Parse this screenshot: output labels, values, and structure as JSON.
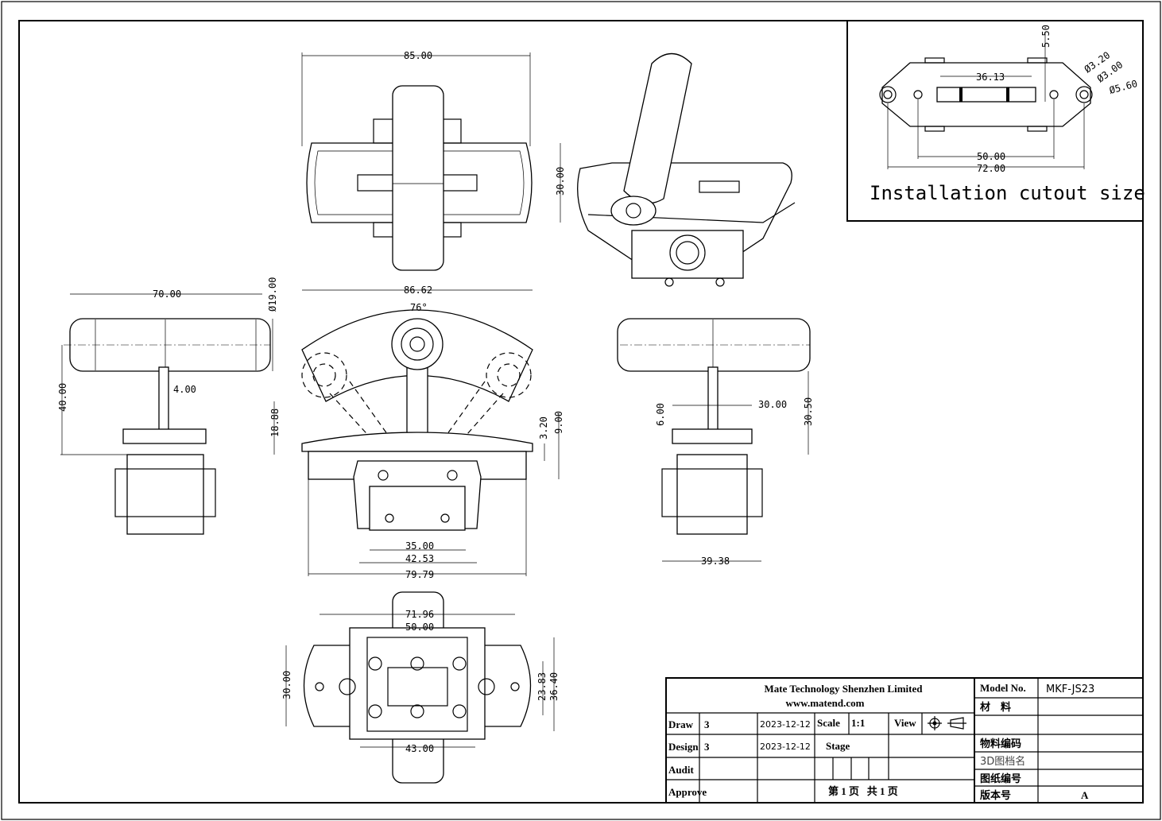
{
  "drawing": {
    "cutout": {
      "title": "Installation cutout size",
      "dims": {
        "slot_height": "5.50",
        "slot_length": "36.13",
        "hole_small": "Ø3.20",
        "hole_mid": "Ø3.00",
        "hole_large": "Ø5.60",
        "hole_pitch": "50.00",
        "overall": "72.00"
      }
    },
    "top_view": {
      "width": "85.00",
      "height": "30.00"
    },
    "side_view_left": {
      "grip_length": "70.00",
      "grip_dia": "Ø19.00",
      "shaft": "4.00",
      "height": "40.00"
    },
    "front_view": {
      "width": "86.62",
      "angle": "76°",
      "height": "18.88",
      "plate": "3.20",
      "plate_total": "9.00",
      "w35": "35.00",
      "w42": "42.53",
      "w79": "79.79"
    },
    "side_view_right": {
      "w30": "30.00",
      "h6": "6.00",
      "h30": "30.50",
      "w39": "39.38"
    },
    "bottom_view": {
      "w71": "71.96",
      "w50": "50.00",
      "h30": "30.00",
      "h23": "23.83",
      "h36": "36.40",
      "w43": "43.00"
    }
  },
  "title_block": {
    "company": "Mate Technology Shenzhen Limited",
    "website": "www.matend.com",
    "draw_label": "Draw",
    "draw_by": "3",
    "draw_date": "2023-12-12",
    "design_label": "Design",
    "design_by": "3",
    "design_date": "2023-12-12",
    "audit_label": "Audit",
    "approve_label": "Approve",
    "scale_label": "Scale",
    "scale_value": "1:1",
    "view_label": "View",
    "stage_label": "Stage",
    "page_text": "第 1 页   共 1 页",
    "model_label": "Model No.",
    "model_value": "MKF-JS23",
    "material_label": "材    料",
    "material_code_label": "物料编码",
    "file_3d_label": "3D图档名",
    "drawing_no_label": "图纸编号",
    "version_label": "版本号",
    "version_value": "A"
  }
}
